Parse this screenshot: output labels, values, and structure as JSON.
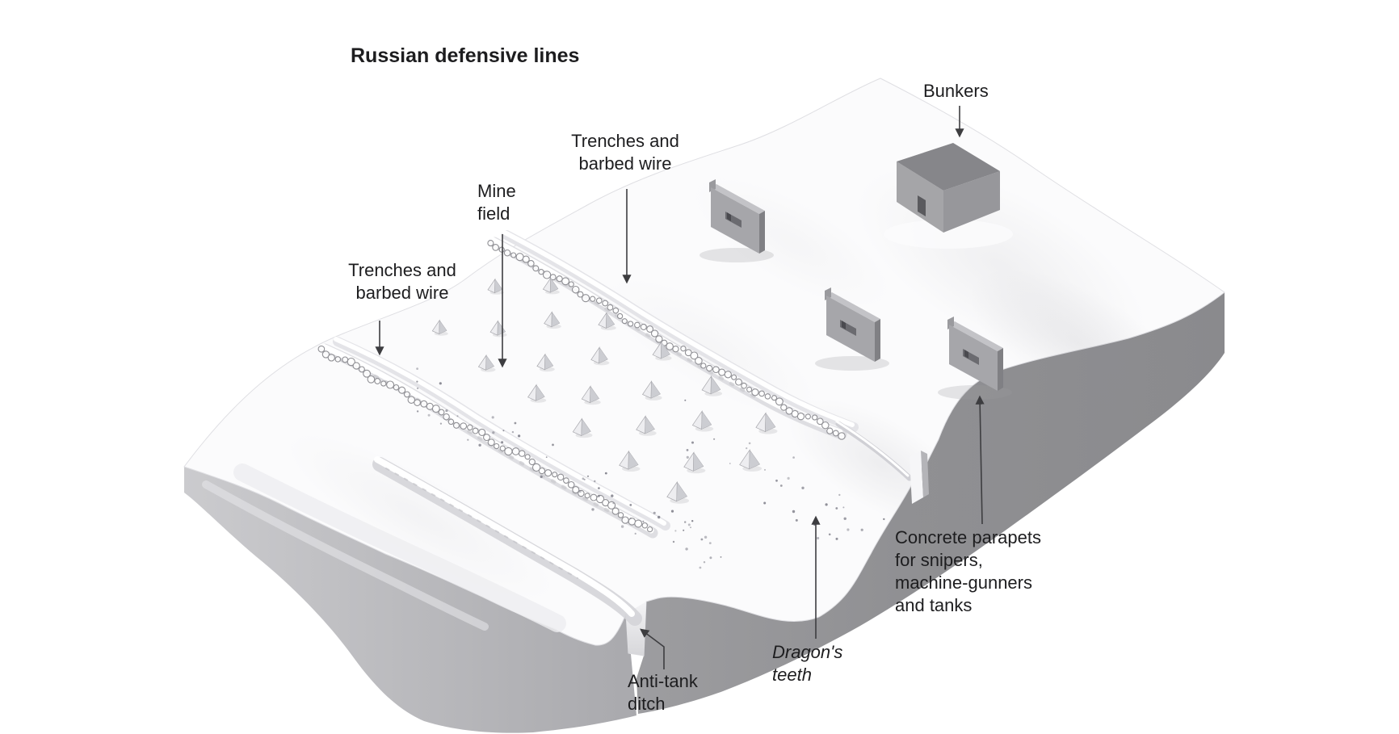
{
  "title": "Russian defensive lines",
  "labels": {
    "bunkers": "Bunkers",
    "trenches_right": "Trenches and\nbarbed wire",
    "mine_field": "Mine\nfield",
    "trenches_left": "Trenches and\nbarbed wire",
    "anti_tank_ditch": "Anti-tank\nditch",
    "dragons_teeth": "Dragon's\nteeth",
    "concrete_parapets": "Concrete parapets\nfor snipers,\nmachine-gunners\nand tanks"
  },
  "features": [
    "Bunkers",
    "Trenches and barbed wire",
    "Mine field",
    "Dragon's teeth",
    "Anti-tank ditch",
    "Concrete parapets for snipers, machine-gunners and tanks"
  ],
  "colors": {
    "background": "#ffffff",
    "label_text": "#1d1d1f",
    "arrow": "#3d3d40",
    "terrain_top": "#fbfbfc",
    "terrain_left_face": "#c6c6c9",
    "terrain_right_face": "#8e8e91",
    "structure_gray": "#a5a5a8",
    "barbed_wire": "#8f8f94",
    "mine_dot": "#80808a",
    "dragon_tooth_light": "#ededf0",
    "dragon_tooth_dark": "#cccdd2",
    "dragon_tooth_line": "#a8a8ad"
  }
}
